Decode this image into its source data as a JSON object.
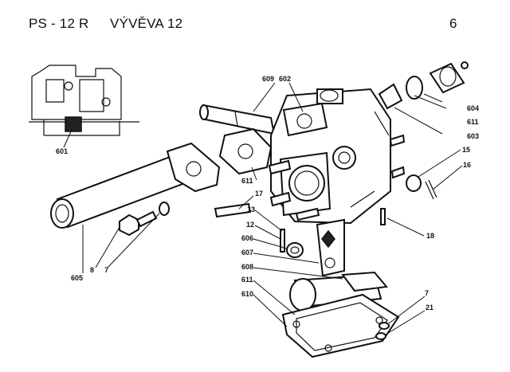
{
  "header": {
    "model": "PS - 12 R",
    "title": "VÝVĚVA 12",
    "page": "6"
  },
  "callouts": {
    "c601": "601",
    "c602": "602",
    "c603": "603",
    "c604": "604",
    "c605": "605",
    "c606": "606",
    "c607": "607",
    "c608": "608",
    "c609": "609",
    "c610": "610",
    "c611a": "611",
    "c611b": "611",
    "c611c": "611",
    "c7a": "7",
    "c7b": "7",
    "c8": "8",
    "c12": "12",
    "c13": "13",
    "c15": "15",
    "c16": "16",
    "c17": "17",
    "c18": "18",
    "c21": "21"
  }
}
